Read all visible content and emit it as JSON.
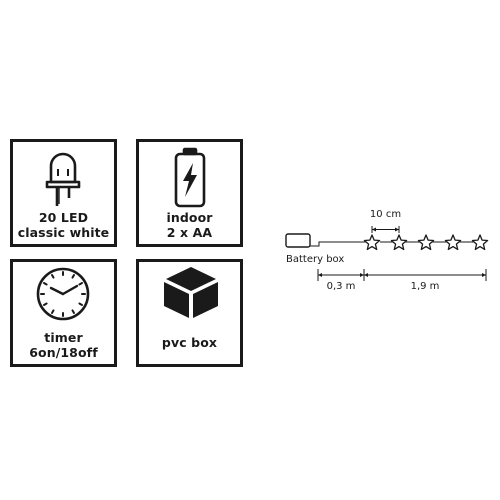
{
  "tiles": {
    "led": {
      "line1": "20 LED",
      "line2": "classic white",
      "icon": "led-bulb-icon"
    },
    "power": {
      "line1": "indoor",
      "line2": "2 x AA",
      "icon": "battery-icon"
    },
    "timer": {
      "line1": "timer",
      "line2": "6on/18off",
      "icon": "clock-icon"
    },
    "pvcbox": {
      "line1": "pvc box",
      "icon": "cube-box-icon"
    }
  },
  "diagram": {
    "battery_label": "Battery box",
    "spacing_label": "10 cm",
    "lead_length_label": "0,3 m",
    "lit_length_label": "1,9 m",
    "star_count": 5
  },
  "colors": {
    "line": "#1a1a1a",
    "background": "#ffffff"
  }
}
